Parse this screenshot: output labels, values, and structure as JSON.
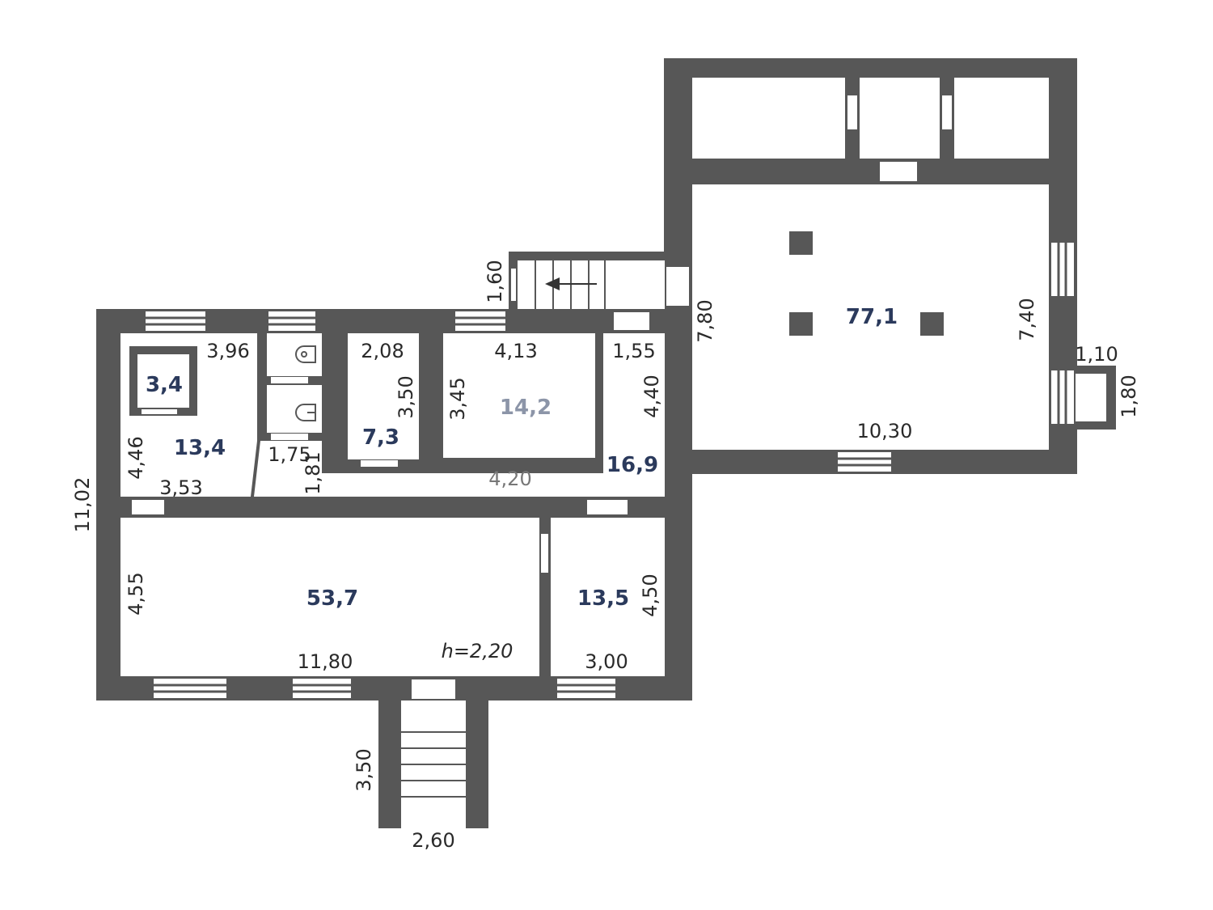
{
  "colors": {
    "wall": "#575757",
    "area_label": "#2b3a5c",
    "background": "#ffffff"
  },
  "rooms": [
    {
      "id": "r34",
      "area": "3,4"
    },
    {
      "id": "r134",
      "area": "13,4"
    },
    {
      "id": "r73",
      "area": "7,3"
    },
    {
      "id": "r142",
      "area": "14,2"
    },
    {
      "id": "r169",
      "area": "16,9"
    },
    {
      "id": "r537",
      "area": "53,7"
    },
    {
      "id": "r135",
      "area": "13,5"
    },
    {
      "id": "r771",
      "area": "77,1"
    }
  ],
  "dimensions": {
    "d396": "3,96",
    "d446": "4,46",
    "d353": "3,53",
    "d175": "1,75",
    "d181": "1,81",
    "d208": "2,08",
    "d350a": "3,50",
    "d413": "4,13",
    "d345": "3,45",
    "d155": "1,55",
    "d440": "4,40",
    "d420": "4,20",
    "d1102": "11,02",
    "d455": "4,55",
    "d1180": "11,80",
    "d450": "4,50",
    "d300": "3,00",
    "d350b": "3,50",
    "d260": "2,60",
    "d160": "1,60",
    "d780": "7,80",
    "d740": "7,40",
    "d110": "1,10",
    "d180": "1,80",
    "d1030": "10,30"
  },
  "ceiling_height": "h=2,20"
}
